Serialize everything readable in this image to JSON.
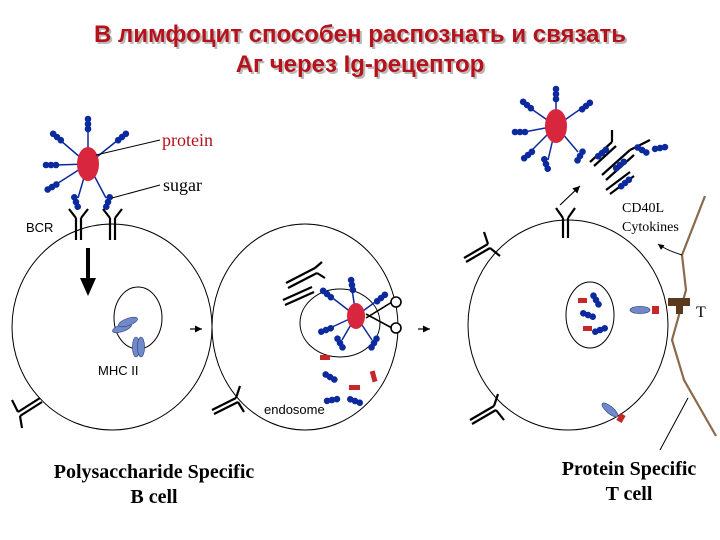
{
  "title": {
    "line1": "В лимфоцит способен распознать и связать",
    "line2": "Аг через Ig-рецептор"
  },
  "labels": {
    "protein": "protein",
    "sugar": "sugar",
    "bcr": "BCR",
    "mhc2": "MHC II",
    "endosome": "endosome",
    "cd40l": "CD40L",
    "cytokines": "Cytokines",
    "t": "T"
  },
  "captions": {
    "b_line1": "Polysaccharide Specific",
    "b_line2": "B cell",
    "t_line1": "Protein Specific",
    "t_line2": "T cell"
  },
  "colors": {
    "title": "#b5121b",
    "protein_body": "#d7263d",
    "sugar_bead": "#0c2a9e",
    "mhc": "#6f89c9",
    "peptide": "#c62828",
    "receptor": "#000000"
  }
}
